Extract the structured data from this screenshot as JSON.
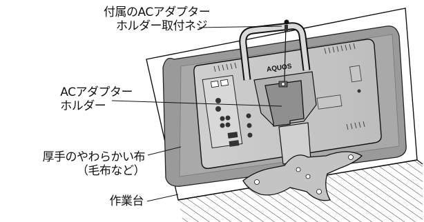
{
  "labels": {
    "screw": "付属のACアダプター\nホルダー取付ネジ",
    "holder": "ACアダプター\nホルダー",
    "cloth": "厚手のやわらかい布\n（毛布など）",
    "table": "作業台"
  },
  "brand_mark": "AQUOS"
}
